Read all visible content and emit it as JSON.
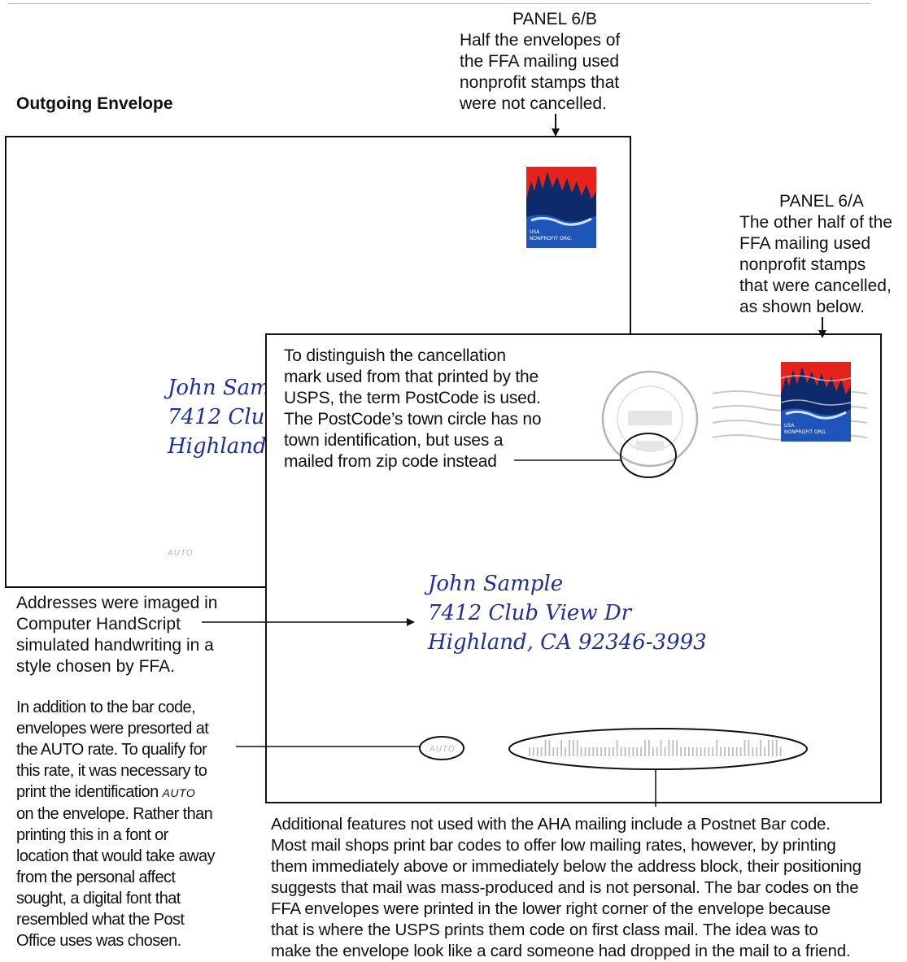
{
  "panel_b": {
    "title": "PANEL 6/B",
    "lines": [
      "Half the envelopes of",
      "the FFA mailing used",
      "nonprofit stamps that",
      "were not cancelled."
    ]
  },
  "panel_a": {
    "title": "PANEL 6/A",
    "lines": [
      "The other half of the",
      "FFA mailing used",
      "nonprofit stamps",
      "that were cancelled,",
      "as shown below."
    ]
  },
  "outgoing_heading": "Outgoing Envelope",
  "cancellation_note": {
    "lines": [
      "To distinguish the cancellation",
      "mark used from that printed by the",
      "USPS, the term PostCode is used.",
      "The PostCode’s town circle has no",
      "town identification, but uses a",
      "mailed from zip code instead"
    ]
  },
  "address_note": {
    "lines": [
      "Addresses were imaged in",
      "Computer HandScript",
      "simulated handwriting in a",
      "style chosen by FFA."
    ]
  },
  "auto_note": {
    "lines_before": [
      "In addition to the bar code,",
      "envelopes were presorted at",
      "the AUTO rate. To qualify for",
      "this rate, it was necessary to"
    ],
    "inline_text": "print the identification",
    "inline_mark": "AUTO",
    "lines_after": [
      "on the envelope. Rather than",
      "printing this in a font or",
      "location that would take away",
      "from the personal affect",
      "sought, a digital font that",
      "resembled what the Post",
      "Office uses was chosen."
    ]
  },
  "barcode_note": {
    "lines": [
      "Additional features not used with the AHA mailing include a Postnet Bar code.",
      "Most mail shops print bar codes to offer low mailing rates, however, by printing",
      "them immediately above or immediately below the address block, their positioning",
      "suggests that mail was mass-produced and is not personal. The bar codes on the",
      "FFA envelopes were printed in the lower right corner of the envelope because",
      "that is where the USPS prints them code on first class mail. The idea was to",
      "make the envelope look like a card someone had dropped in the mail to a friend."
    ]
  },
  "back_envelope": {
    "address_lines": [
      "John Sam",
      "7412 Clu",
      "Highland,"
    ],
    "auto_mark": "AUTO"
  },
  "front_envelope": {
    "address_lines": [
      "John Sample",
      "7412 Club View Dr",
      "Highland, CA  92346-3993"
    ]
  },
  "colors": {
    "ink": "#111111",
    "handwriting": "#1d2f9c",
    "stamp_red": "#e5221c",
    "stamp_blue": "#1f55b8"
  },
  "stamp_icon": "nonprofit-stamp-icon"
}
